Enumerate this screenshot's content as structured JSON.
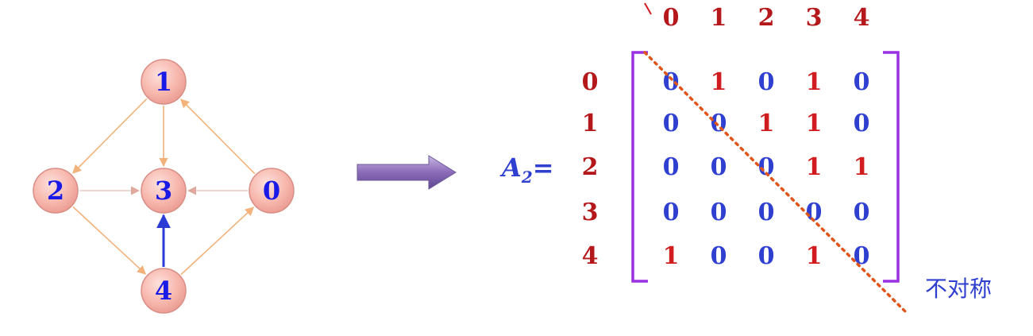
{
  "graph": {
    "nodes": [
      "1",
      "2",
      "3",
      "0",
      "4"
    ],
    "edges": [
      {
        "from": "1",
        "to": "2"
      },
      {
        "from": "1",
        "to": "3"
      },
      {
        "from": "0",
        "to": "1"
      },
      {
        "from": "2",
        "to": "3"
      },
      {
        "from": "0",
        "to": "3"
      },
      {
        "from": "2",
        "to": "4"
      },
      {
        "from": "4",
        "to": "0"
      },
      {
        "from": "4",
        "to": "3",
        "highlight": true
      }
    ]
  },
  "matrix": {
    "name": "A",
    "subscript": "2",
    "equals": "=",
    "col_headers": [
      "0",
      "1",
      "2",
      "3",
      "4"
    ],
    "row_headers": [
      "0",
      "1",
      "2",
      "3",
      "4"
    ],
    "rows": [
      [
        "0",
        "1",
        "0",
        "1",
        "0"
      ],
      [
        "0",
        "0",
        "1",
        "1",
        "0"
      ],
      [
        "0",
        "0",
        "0",
        "1",
        "1"
      ],
      [
        "0",
        "0",
        "0",
        "0",
        "0"
      ],
      [
        "1",
        "0",
        "0",
        "1",
        "0"
      ]
    ]
  },
  "note": "不对称",
  "colors": {
    "node_fill": "#f7b7ad",
    "node_stroke": "#d98e86",
    "node_text": "#1a1ae6",
    "edge": "#f2b27a",
    "edge_light": "#e8c9c2",
    "edge_highlight": "#2a3bd6",
    "red": "#d01c1f",
    "blue": "#2f3fd0",
    "header_red": "#b5181b",
    "bracket": "#9b30e0",
    "diagonal": "#e0561a",
    "arrow_fill": "#8b6bb8"
  }
}
